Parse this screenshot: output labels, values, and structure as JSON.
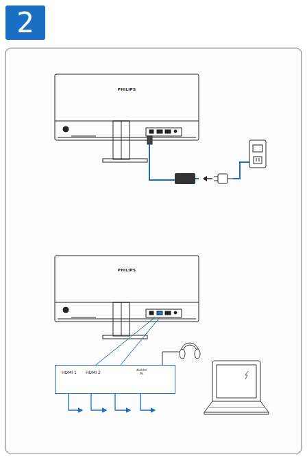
{
  "diagram": {
    "nodes": [
      {
        "text": [
          "2"
        ]
      },
      {
        "text": [
          "HDMI 1",
          "HDMI 2",
          "AUDIO IN"
        ]
      }
    ],
    "labels": [
      "PHILIPS",
      "PHILIPS"
    ]
  }
}
